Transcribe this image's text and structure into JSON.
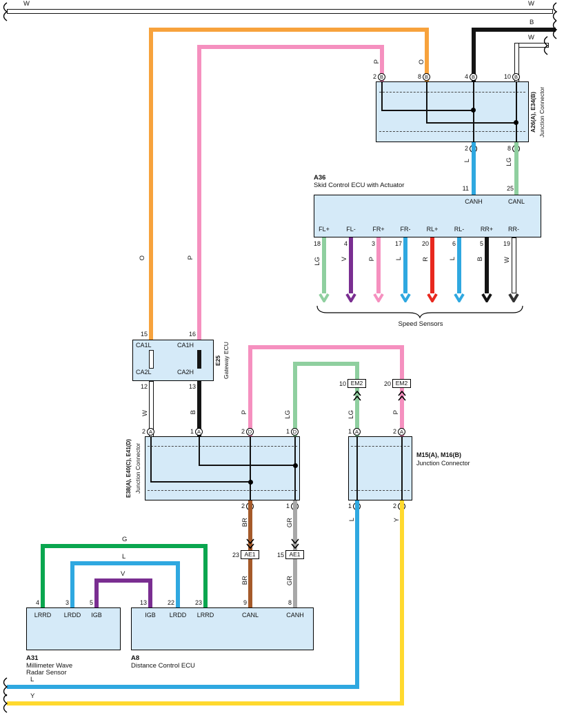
{
  "edge_wires": {
    "top_white_left_label": "W",
    "top_white_right_label": "W",
    "top_black_right_label": "B",
    "top_white2_right_label": "W",
    "bottom_blue_label": "L",
    "bottom_yellow_label": "Y"
  },
  "colors": {
    "box_fill": "#d5eaf8",
    "orange": "#f7a23c",
    "pink": "#f590bf",
    "blue": "#2fa8e0",
    "light_green": "#8fcf9f",
    "green": "#0aa64f",
    "violet": "#7a2e91",
    "red": "#e8281e",
    "yellow": "#ffd92e",
    "brown": "#a55a2a",
    "gray": "#a8a8a8",
    "black": "#141414",
    "white": "#ffffff"
  },
  "wires": {
    "p_top": "P",
    "o_top": "O",
    "o_run": "O",
    "p_run": "P",
    "l_can": "L",
    "lg_can": "LG",
    "w_gateway": "W",
    "b_gateway": "B",
    "p_mid_left": "P",
    "lg_mid_left": "LG",
    "lg_mid_right": "LG",
    "p_mid_right": "P",
    "br_1": "BR",
    "gr_1": "GR",
    "br_2": "BR",
    "gr_2": "GR",
    "l_dlc": "L",
    "y_dlc": "Y",
    "g_radar": "G",
    "l_radar": "L",
    "v_radar": "V"
  },
  "a26": {
    "title": "A26(A), E34(B)",
    "subtitle": "Junction Connector",
    "pins_top": [
      {
        "n": "2",
        "c": "B"
      },
      {
        "n": "8",
        "c": "B"
      },
      {
        "n": "4",
        "c": "B"
      },
      {
        "n": "10",
        "c": "B"
      }
    ],
    "pins_bottom": [
      {
        "n": "2",
        "c": "A"
      },
      {
        "n": "8",
        "c": "A"
      }
    ]
  },
  "a36": {
    "code": "A36",
    "name": "Skid Control ECU with Actuator",
    "canh_pin": "11",
    "canl_pin": "25",
    "canh": "CANH",
    "canl": "CANL",
    "sensors": [
      {
        "pin": "18",
        "label": "FL+",
        "wire": "LG"
      },
      {
        "pin": "4",
        "label": "FL-",
        "wire": "V"
      },
      {
        "pin": "3",
        "label": "FR+",
        "wire": "P"
      },
      {
        "pin": "17",
        "label": "FR-",
        "wire": "L"
      },
      {
        "pin": "20",
        "label": "RL+",
        "wire": "R"
      },
      {
        "pin": "6",
        "label": "RL-",
        "wire": "L"
      },
      {
        "pin": "5",
        "label": "RR+",
        "wire": "B"
      },
      {
        "pin": "19",
        "label": "RR-",
        "wire": "W"
      }
    ],
    "brace_label": "Speed Sensors"
  },
  "e25": {
    "code": "E25",
    "name": "Gateway ECU",
    "pin_ca1l": "15",
    "pin_ca1h": "16",
    "pin_ca2l": "12",
    "pin_ca2h": "13",
    "ca1l": "CA1L",
    "ca1h": "CA1H",
    "ca2l": "CA2L",
    "ca2h": "CA2H"
  },
  "e38": {
    "title": "E38(A), E40(C), E41(D)",
    "subtitle": "Junction Connector",
    "pins_top": [
      {
        "n": "2",
        "c": "A"
      },
      {
        "n": "1",
        "c": "A"
      },
      {
        "n": "2",
        "c": "D"
      },
      {
        "n": "1",
        "c": "D"
      }
    ],
    "pins_bottom": [
      {
        "n": "2",
        "c": "C"
      },
      {
        "n": "1",
        "c": "C"
      }
    ]
  },
  "m15": {
    "title": "M15(A), M16(B)",
    "subtitle": "Junction Connector",
    "pins_top": [
      {
        "n": "1",
        "c": "A"
      },
      {
        "n": "2",
        "c": "A"
      }
    ],
    "pins_bottom": [
      {
        "n": "1",
        "c": "B"
      },
      {
        "n": "2",
        "c": "B"
      }
    ]
  },
  "connector_refs": {
    "em2_1": {
      "pin": "10",
      "name": "EM2"
    },
    "em2_2": {
      "pin": "20",
      "name": "EM2"
    },
    "ae1_1": {
      "pin": "23",
      "name": "AE1"
    },
    "ae1_2": {
      "pin": "15",
      "name": "AE1"
    }
  },
  "a31": {
    "code": "A31",
    "name1": "Millimeter Wave",
    "name2": "Radar Sensor",
    "pins": [
      {
        "n": "4",
        "label": "LRRD"
      },
      {
        "n": "3",
        "label": "LRDD"
      },
      {
        "n": "5",
        "label": "IGB"
      }
    ]
  },
  "a8": {
    "code": "A8",
    "name": "Distance Control ECU",
    "pins": [
      {
        "n": "13",
        "label": "IGB"
      },
      {
        "n": "22",
        "label": "LRDD"
      },
      {
        "n": "23",
        "label": "LRRD"
      },
      {
        "n": "9",
        "label": "CANL"
      },
      {
        "n": "8",
        "label": "CANH"
      }
    ]
  }
}
